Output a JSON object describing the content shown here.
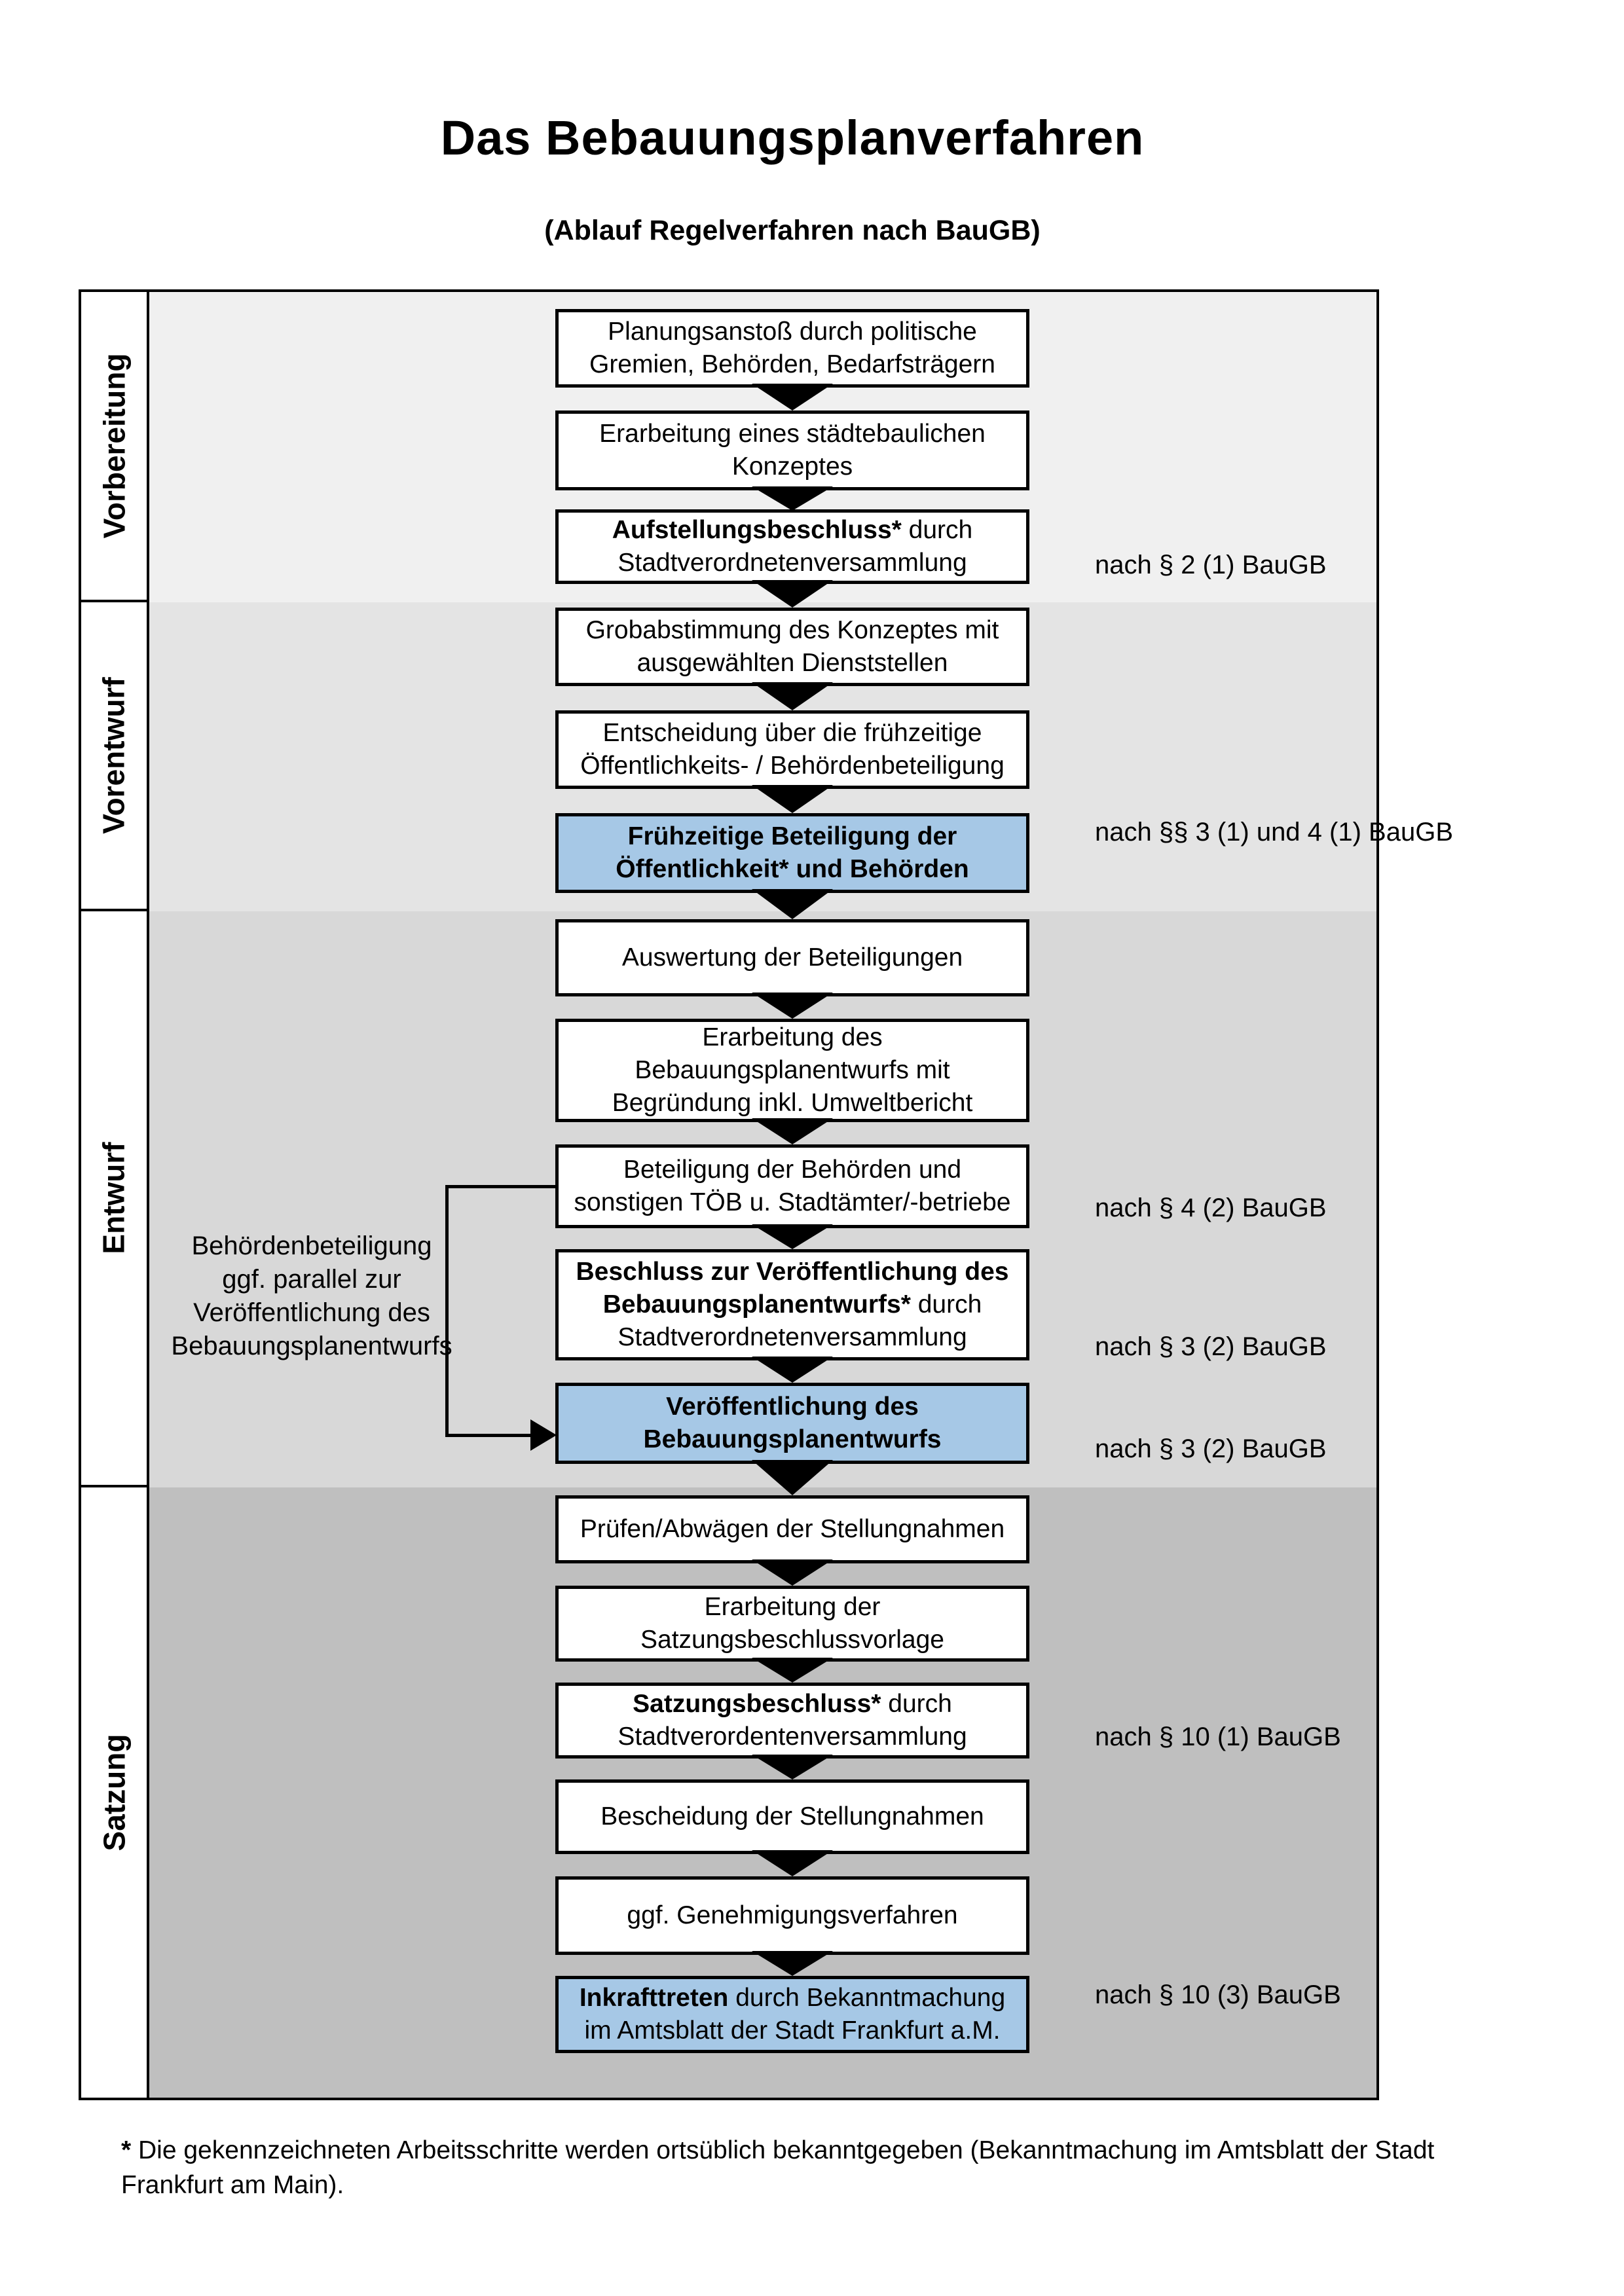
{
  "title": "Das Bebauungsplanverfahren",
  "subtitle": "(Ablauf Regelverfahren nach BauGB)",
  "colors": {
    "band_vorbereitung": "#f0f0f0",
    "band_vorentwurf": "#e4e4e4",
    "band_entwurf": "#d8d8d8",
    "band_satzung": "#bfbfbf",
    "highlight_blue": "#a6c8e6",
    "box_border": "#000000"
  },
  "phases": [
    {
      "label": "Vorbereitung"
    },
    {
      "label": "Vorentwurf"
    },
    {
      "label": "Entwurf"
    },
    {
      "label": "Satzung"
    }
  ],
  "boxes": {
    "b1": {
      "l1r": "Planungsanstoß durch politische",
      "l2r": "Gremien, Behörden, Bedarfsträgern"
    },
    "b2": {
      "l1r": "Erarbeitung eines städtebaulichen",
      "l2r": "Konzeptes"
    },
    "b3": {
      "l1b": "Aufstellungsbeschluss*",
      "l1r": " durch",
      "l2r": "Stadtverordnetenversammlung"
    },
    "b4": {
      "l1r": "Grobabstimmung des Konzeptes mit",
      "l2r": "ausgewählten Dienststellen"
    },
    "b5": {
      "l1r": "Entscheidung über die frühzeitige",
      "l2r": "Öffentlichkeits- / Behördenbeteiligung"
    },
    "b6": {
      "l1b": "Frühzeitige Beteiligung der",
      "l2b": "Öffentlichkeit* und Behörden"
    },
    "b7": {
      "l1r": "Auswertung der Beteiligungen"
    },
    "b8": {
      "l1r": "Erarbeitung des",
      "l2r": "Bebauungsplanentwurfs mit",
      "l3r": "Begründung inkl. Umweltbericht"
    },
    "b9": {
      "l1r": "Beteiligung der Behörden und",
      "l2r": "sonstigen TÖB u. Stadtämter/-betriebe"
    },
    "b10": {
      "l1b": "Beschluss zur Veröffentlichung des",
      "l2b": "Bebauungsplanentwurfs*",
      "l2r": " durch",
      "l3r": "Stadtverordnetenversammlung"
    },
    "b11": {
      "l1b": "Veröffentlichung des",
      "l2b": "Bebauungsplanentwurfs"
    },
    "b12": {
      "l1r": "Prüfen/Abwägen der Stellungnahmen"
    },
    "b13": {
      "l1r": "Erarbeitung der",
      "l2r": "Satzungsbeschlussvorlage"
    },
    "b14": {
      "l1b": "Satzungsbeschluss*",
      "l1r": " durch",
      "l2r": "Stadtverordentenversammlung"
    },
    "b15": {
      "l1r": "Bescheidung der Stellungnahmen"
    },
    "b16": {
      "l1r": "ggf. Genehmigungsverfahren"
    },
    "b17": {
      "l1b": "Inkrafttreten",
      "l1r": " durch Bekanntmachung",
      "l2r": "im Amtsblatt der Stadt Frankfurt a.M."
    }
  },
  "refs": {
    "r1": "nach § 2 (1) BauGB",
    "r2": "nach §§ 3 (1) und 4 (1) BauGB",
    "r3": "nach § 4 (2) BauGB",
    "r4": "nach § 3 (2) BauGB",
    "r5": "nach § 3 (2) BauGB",
    "r6": "nach § 10 (1) BauGB",
    "r7": "nach § 10 (3) BauGB"
  },
  "side_note": {
    "text": "Behördenbeteiligung\nggf. parallel zur\nVeröffentlichung des\nBebauungsplanentwurfs"
  },
  "footnote": {
    "star": "* ",
    "text": "Die gekennzeichneten Arbeitsschritte werden ortsüblich bekanntgegeben (Bekanntmachung im Amtsblatt  der Stadt\nFrankfurt am Main)."
  }
}
